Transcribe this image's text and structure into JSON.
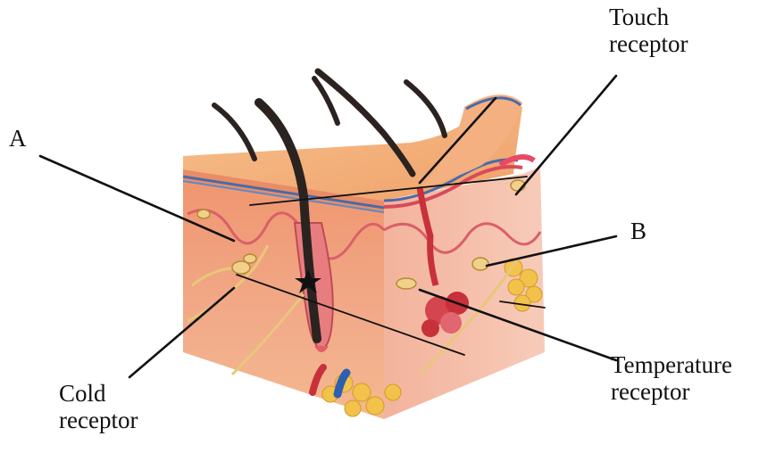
{
  "labels": {
    "touch": {
      "line1": "Touch",
      "line2": "receptor"
    },
    "a": "A",
    "b": "B",
    "temperature": {
      "line1": "Temperature",
      "line2": "receptor"
    },
    "cold": {
      "line1": "Cold",
      "line2": "receptor"
    }
  },
  "colors": {
    "skin_top": "#f3b27c",
    "skin_front": "#ee9a72",
    "skin_side": "#f0a98a",
    "dermis": "#f6b7a2",
    "fat": "#f2c24a",
    "hair": "#2b2320",
    "blood_red": "#c8303a",
    "blood_blue": "#2e5fb0",
    "nerve": "#e8c77a",
    "leader_line": "#111111"
  },
  "icons": {
    "pointer": "star-icon"
  }
}
